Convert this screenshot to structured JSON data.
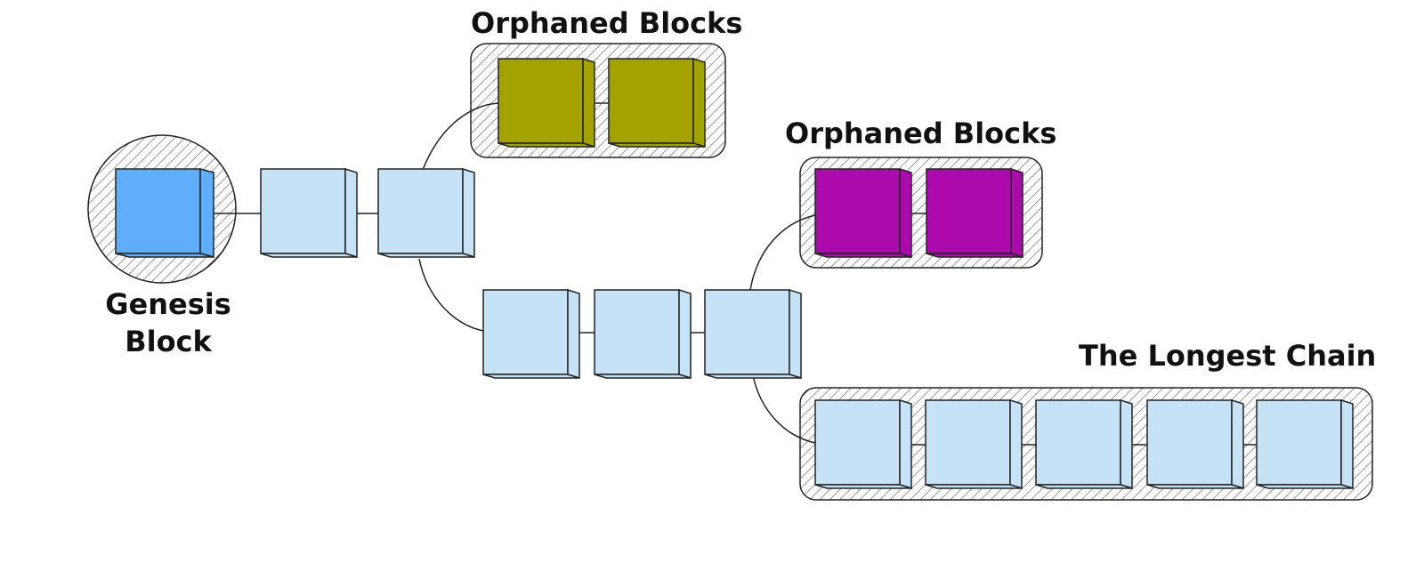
{
  "labels": {
    "orphaned_top": "Orphaned Blocks",
    "orphaned_middle": "Orphaned Blocks",
    "longest_chain": "The Longest Chain",
    "genesis_line1": "Genesis",
    "genesis_line2": "Block"
  },
  "colors": {
    "genesis": "#5eaefc",
    "chain": "#c6e2f6",
    "orphan_top": "#a4a200",
    "orphan_middle": "#ac0aad",
    "outline": "#222222",
    "hatch": "#9a9a9a"
  }
}
